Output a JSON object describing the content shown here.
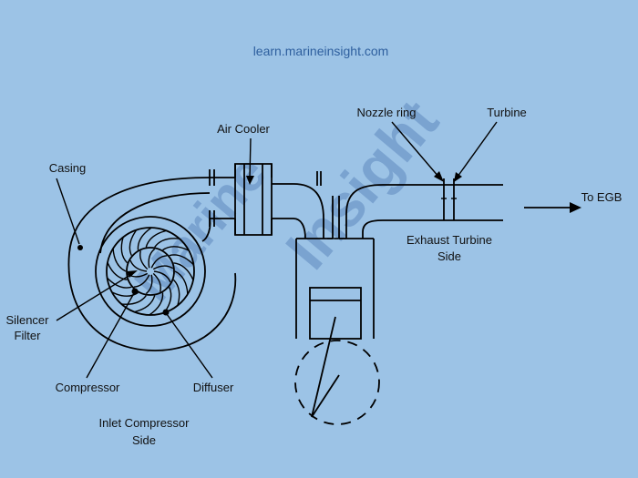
{
  "website": "learn.marineinsight.com",
  "watermark": {
    "word1": "Marine",
    "word2": "Insight"
  },
  "labels": {
    "air_cooler": "Air Cooler",
    "nozzle_ring": "Nozzle ring",
    "turbine": "Turbine",
    "casing": "Casing",
    "to_egb": "To EGB",
    "exhaust_side_1": "Exhaust Turbine",
    "exhaust_side_2": "Side",
    "silencer_1": "Silencer",
    "silencer_2": "Filter",
    "compressor": "Compressor",
    "diffuser": "Diffuser",
    "inlet_side_1": "Inlet Compressor",
    "inlet_side_2": "Side"
  },
  "colors": {
    "background": "#9cc3e6",
    "line": "#000000",
    "website": "#2e5f9e",
    "watermark": "#5f89bf"
  }
}
